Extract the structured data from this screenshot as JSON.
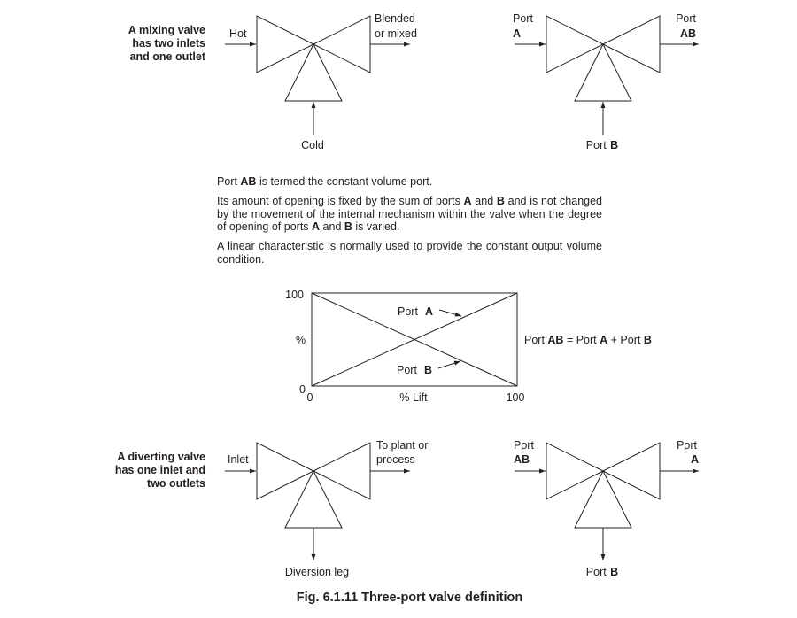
{
  "mixing": {
    "desc": [
      "A mixing valve",
      "has two inlets",
      "and one outlet"
    ],
    "hot": "Hot",
    "blended": [
      "Blended",
      "or mixed"
    ],
    "cold": "Cold"
  },
  "mixing_ports": {
    "port_a": [
      "Port",
      "A"
    ],
    "port_ab": [
      "Port",
      "AB"
    ],
    "port_b_word": "Port",
    "port_b_letter": "B"
  },
  "text": {
    "p1": {
      "a": "Port ",
      "b": "AB",
      "c": " is termed the constant volume port."
    },
    "p2": {
      "a": "Its amount of opening is fixed by the sum of ports ",
      "b": "A",
      "c": " and ",
      "d": "B",
      "e": " and is not changed by the movement of the internal mechanism within the valve when the degree of opening of ports ",
      "f": "A",
      "g": " and ",
      "h": "B",
      "i": " is varied."
    },
    "p3": "A linear characteristic is normally used to provide the constant output volume condition."
  },
  "graph": {
    "y_max": "100",
    "y_min": "0",
    "y_unit": "%",
    "x_min": "0",
    "x_max": "100",
    "x_label": "% Lift",
    "port_a_word": "Port",
    "port_a_letter": "A",
    "port_b_word": "Port",
    "port_b_letter": "B",
    "equation": {
      "a": "Port ",
      "b": "AB",
      "c": " = Port ",
      "d": "A",
      "e": " + Port ",
      "f": "B"
    }
  },
  "diverting": {
    "desc": [
      "A diverting valve",
      "has one inlet and",
      "two outlets"
    ],
    "inlet": "Inlet",
    "outlet": [
      "To plant or",
      "process"
    ],
    "leg": "Diversion leg"
  },
  "diverting_ports": {
    "port_ab": [
      "Port",
      "AB"
    ],
    "port_a": [
      "Port",
      "A"
    ],
    "port_b_word": "Port",
    "port_b_letter": "B"
  },
  "caption": "Fig. 6.1.11 Three-port valve definition"
}
